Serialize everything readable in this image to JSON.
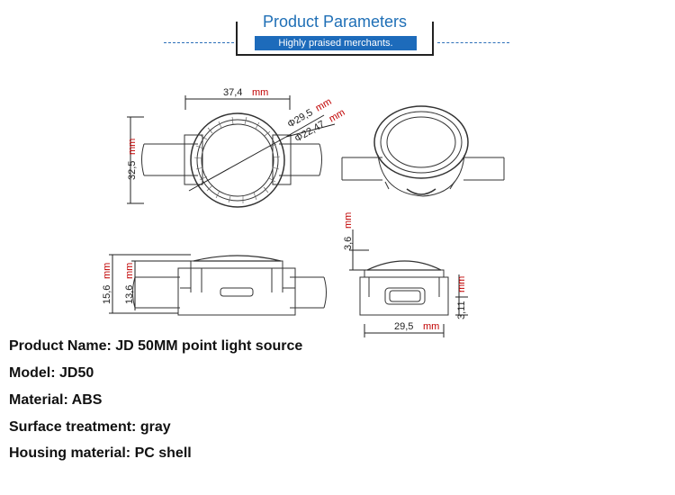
{
  "header": {
    "title": "Product Parameters",
    "badge": "Highly praised merchants."
  },
  "drawing": {
    "top_view": {
      "width_label": "37,4",
      "height_label": "32,5",
      "outer_diameter_label": "Φ29,5",
      "inner_diameter_label": "Φ22,47"
    },
    "side_view_left": {
      "total_height_label": "15,6",
      "body_height_label": "13,6"
    },
    "side_view_right": {
      "dome_height_label": "3,6",
      "base_height_label": "3,11",
      "width_label": "29,5"
    },
    "unit_label": "mm"
  },
  "specs": {
    "product_name": "Product Name: JD 50MM point light source",
    "model": "Model: JD50",
    "material": "Material: ABS",
    "surface_treatment": "Surface treatment: gray",
    "housing_material": "Housing material: PC shell"
  }
}
